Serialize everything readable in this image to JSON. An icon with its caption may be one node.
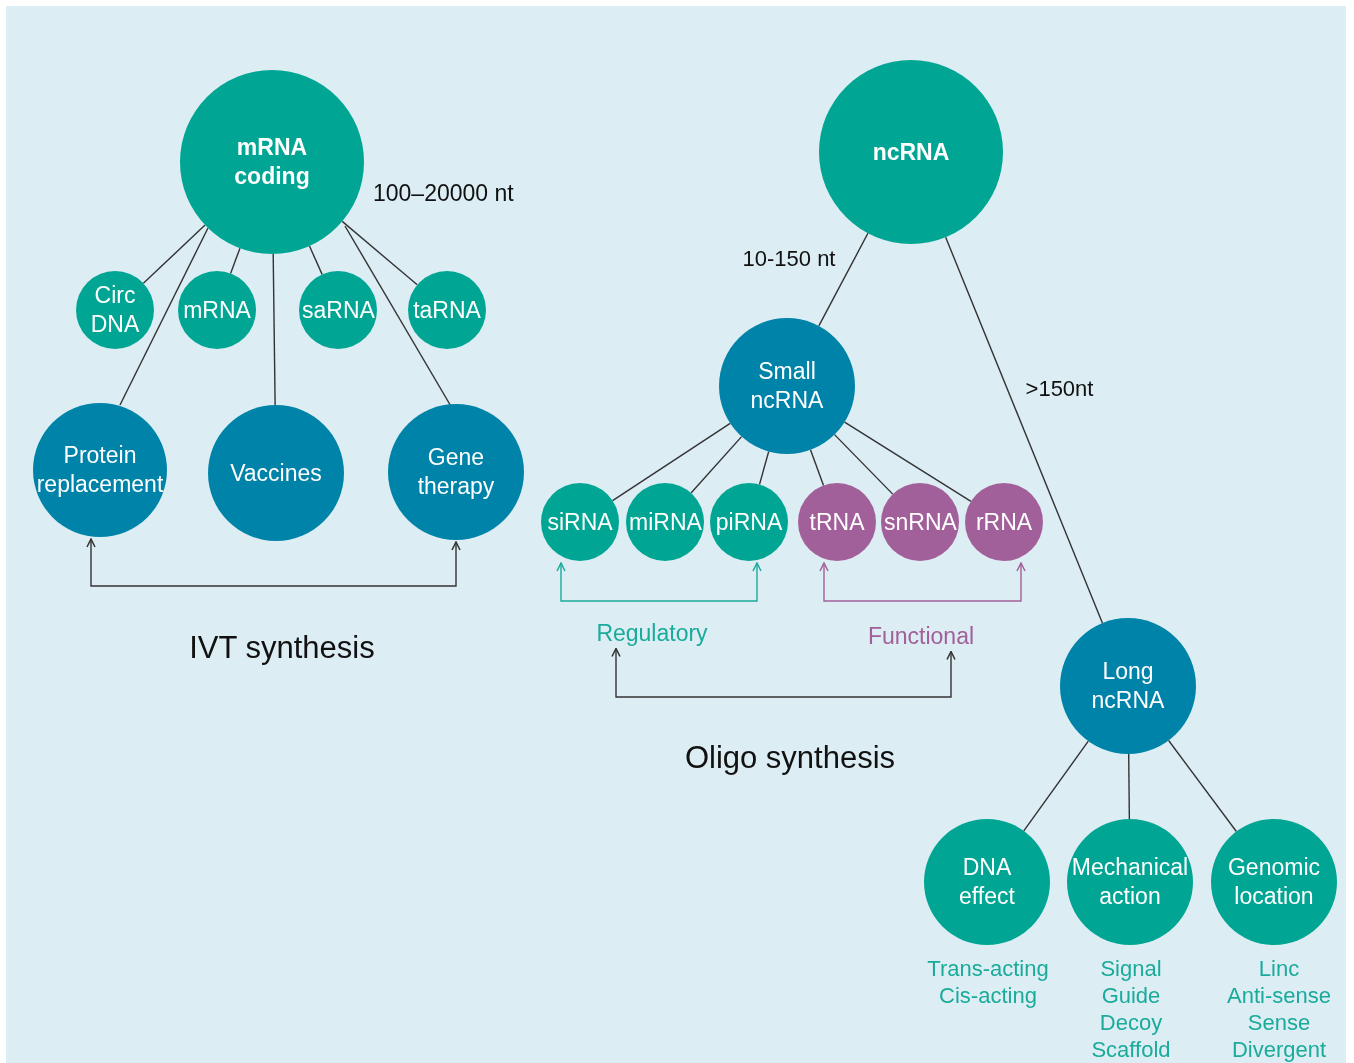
{
  "diagram": {
    "nodes": [
      {
        "text": [
          "mRNA coding"
        ],
        "beside": [
          "100–20000 nt"
        ]
      },
      {
        "text": [
          "Circ DNA"
        ]
      },
      {
        "text": [
          "mRNA"
        ]
      },
      {
        "text": [
          "saRNA"
        ]
      },
      {
        "text": [
          "taRNA"
        ]
      },
      {
        "text": [
          "Protein replacement"
        ]
      },
      {
        "text": [
          "Vaccines"
        ]
      },
      {
        "text": [
          "Gene therapy"
        ]
      },
      {
        "text": [
          "ncRNA"
        ]
      },
      {
        "text": [
          "Small ncRNA"
        ]
      },
      {
        "text": [
          "siRNA"
        ]
      },
      {
        "text": [
          "miRNA"
        ]
      },
      {
        "text": [
          "piRNA"
        ]
      },
      {
        "text": [
          "tRNA"
        ]
      },
      {
        "text": [
          "snRNA"
        ]
      },
      {
        "text": [
          "rRNA"
        ]
      },
      {
        "text": [
          "Regulatory"
        ]
      },
      {
        "text": [
          "Functional"
        ]
      },
      {
        "text": [
          "Long ncRNA"
        ]
      },
      {
        "text": [
          "DNA effect"
        ],
        "beside": [
          "Trans-acting",
          "Cis-acting"
        ]
      },
      {
        "text": [
          "Mechanical action"
        ],
        "beside": [
          "Signal",
          "Guide",
          "Decoy",
          "Scaffold"
        ]
      },
      {
        "text": [
          "Genomic location"
        ],
        "beside": [
          "Linc",
          "Anti-sense",
          "Sense",
          "Divergent"
        ]
      }
    ],
    "edges": [
      {
        "from": 0,
        "to": 1,
        "arrow": "none"
      },
      {
        "from": 0,
        "to": 2,
        "arrow": "none"
      },
      {
        "from": 0,
        "to": 3,
        "arrow": "none"
      },
      {
        "from": 0,
        "to": 4,
        "arrow": "none"
      },
      {
        "from": 0,
        "to": 5,
        "arrow": "none"
      },
      {
        "from": 0,
        "to": 6,
        "arrow": "none"
      },
      {
        "from": 0,
        "to": 7,
        "arrow": "none"
      },
      {
        "from": 8,
        "to": 9,
        "arrow": "none",
        "label": "10-150 nt"
      },
      {
        "from": 8,
        "to": 18,
        "arrow": "none",
        "label": ">150nt"
      },
      {
        "from": 9,
        "to": 10,
        "arrow": "none"
      },
      {
        "from": 9,
        "to": 11,
        "arrow": "none"
      },
      {
        "from": 9,
        "to": 12,
        "arrow": "none"
      },
      {
        "from": 9,
        "to": 13,
        "arrow": "none"
      },
      {
        "from": 9,
        "to": 14,
        "arrow": "none"
      },
      {
        "from": 9,
        "to": 15,
        "arrow": "none"
      },
      {
        "from": 18,
        "to": 19,
        "arrow": "none"
      },
      {
        "from": 18,
        "to": 20,
        "arrow": "none"
      },
      {
        "from": 18,
        "to": 21,
        "arrow": "none"
      },
      {
        "from": 5,
        "to": 7,
        "arrow": "both"
      },
      {
        "from": 10,
        "to": 12,
        "arrow": "both",
        "color": "#1aab9b"
      },
      {
        "from": 13,
        "to": 15,
        "arrow": "both",
        "color": "#a2609a"
      },
      {
        "from": 16,
        "to": 17,
        "arrow": "both"
      }
    ],
    "labels": [
      "IVT synthesis",
      "Oligo synthesis"
    ]
  }
}
